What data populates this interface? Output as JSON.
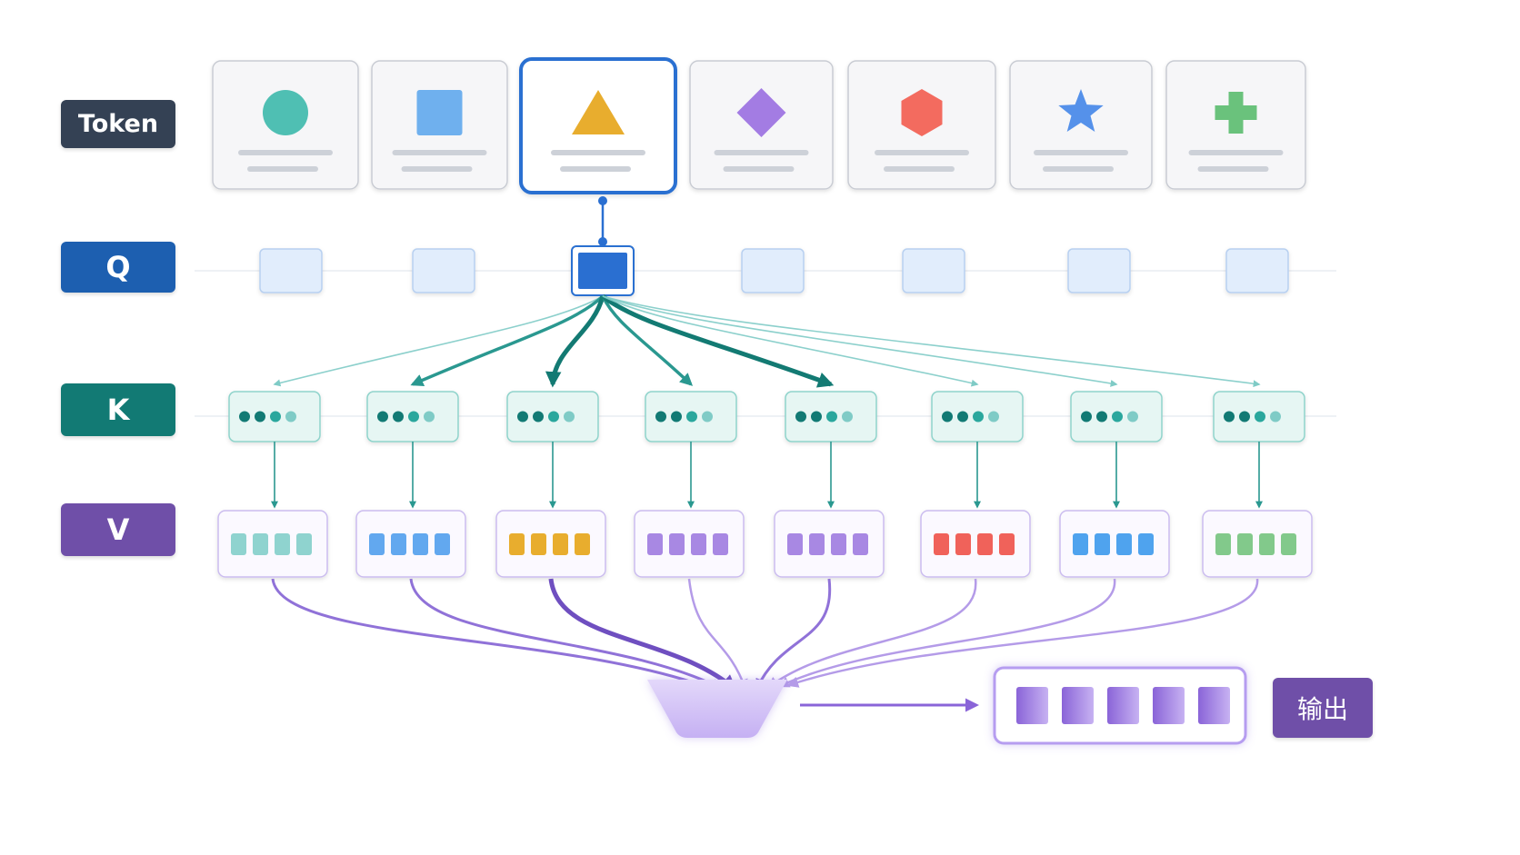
{
  "rows": [
    {
      "key": "token",
      "label": "Token",
      "color": "#344154"
    },
    {
      "key": "q",
      "label": "Q",
      "color": "#1d5fb0"
    },
    {
      "key": "k",
      "label": "K",
      "color": "#127a74"
    },
    {
      "key": "v",
      "label": "V",
      "color": "#6f4fa8"
    }
  ],
  "output_label": "输出",
  "output_color": "#6f4fa8",
  "tokens": [
    {
      "shape": "circle-icon",
      "color": "#4fbfb3"
    },
    {
      "shape": "square-icon",
      "color": "#6fb0ee"
    },
    {
      "shape": "triangle-icon",
      "color": "#e8ad2e",
      "selected": true
    },
    {
      "shape": "diamond-icon",
      "color": "#a37ce3"
    },
    {
      "shape": "hexagon-icon",
      "color": "#f36b5f"
    },
    {
      "shape": "star-icon",
      "color": "#5591ea"
    },
    {
      "shape": "plus-icon",
      "color": "#6ac27c"
    }
  ],
  "query_active_index": 2,
  "key_count": 8,
  "value_colors": [
    "#8fd3cf",
    "#62a8ef",
    "#e8ad2e",
    "#a888e3",
    "#a888e3",
    "#f0625a",
    "#4fa3ee",
    "#82c98b"
  ],
  "key_arrow_weights": [
    "light",
    "medium",
    "strong",
    "medium",
    "strong",
    "light",
    "light",
    "light"
  ],
  "value_arrow_weights": [
    "medium",
    "medium",
    "strong",
    "light",
    "medium",
    "light",
    "light",
    "light"
  ],
  "output_cell_count": 5,
  "colors": {
    "query_active": "#2a6fd1",
    "query_inactive": "#e1edfc",
    "key_accent": "#127a74",
    "value_accent": "#7c5bc4"
  }
}
